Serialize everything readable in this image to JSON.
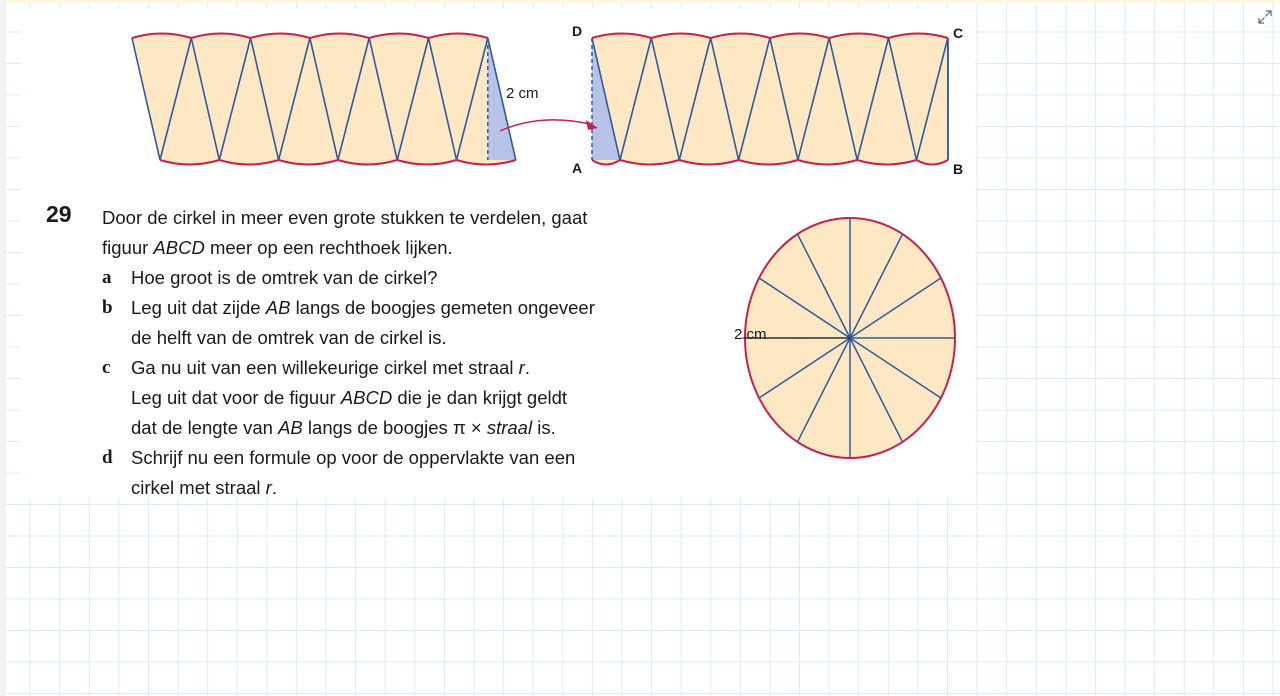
{
  "exercise": {
    "number": "29",
    "intro": {
      "line1": "Door de cirkel in meer even grote stukken te verdelen, gaat",
      "line2_word1": "figuur",
      "line2_italic": "ABCD",
      "line2_rest": "meer op een rechthoek lijken."
    },
    "questions": [
      {
        "letter": "a",
        "line1": "Hoe groot is de omtrek van de cirkel?"
      },
      {
        "letter": "b",
        "line1_pre": "Leg uit dat zijde",
        "line1_italic": "AB",
        "line1_post": "langs de boogjes gemeten ongeveer",
        "line2": "de helft van de omtrek van de cirkel is."
      },
      {
        "letter": "c",
        "line1_pre": "Ga nu uit van een willekeurige cirkel met straal",
        "line1_italic": "r",
        "line1_end": ".",
        "line2_pre": "Leg uit dat voor de figuur",
        "line2_italic": "ABCD",
        "line2_post": "die je dan krijgt geldt",
        "line3_pre": "dat de lengte van",
        "line3_italic": "AB",
        "line3_mid": "langs de boogjes π ×",
        "line3_italic2": "straal",
        "line3_post": "is."
      },
      {
        "letter": "d",
        "line1": "Schrijf nu een formule op voor de oppervlakte van een",
        "line2_pre": "cirkel met straal",
        "line2_italic": "r",
        "line2_end": "."
      }
    ]
  },
  "figure_top": {
    "dimension_label": "2 cm",
    "corner_labels": {
      "A": "A",
      "B": "B",
      "C": "C",
      "D": "D"
    },
    "sector_count": 12
  },
  "figure_circle": {
    "radius_label": "2 cm",
    "sector_count": 12
  },
  "colors": {
    "fill": "#fde8c3",
    "blue_lines": "#2e5a9c",
    "red_arc": "#c8204a",
    "shaded_piece": "#b8c3ea",
    "arrow": "#c8204a",
    "grid": "#d9ecf3"
  },
  "icons": {
    "expand": "expand-icon"
  }
}
